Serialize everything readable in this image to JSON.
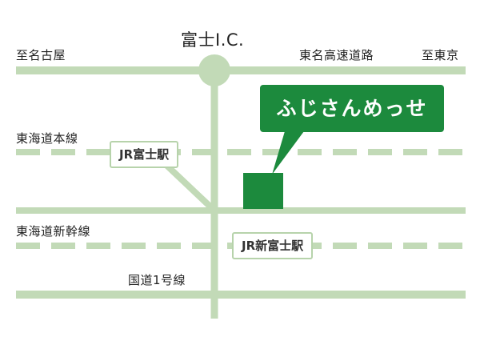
{
  "colors": {
    "road": "#c2dab7",
    "station_border": "#b7d3ab",
    "venue": "#1c8a3d",
    "callout_bg": "#1c8a3d",
    "callout_text": "#ffffff",
    "label_text": "#222222"
  },
  "labels": {
    "interchange": "富士I.C.",
    "to_nagoya": "至名古屋",
    "tomei_expressway": "東名高速道路",
    "to_tokyo": "至東京",
    "tokaido_line": "東海道本線",
    "tokaido_shinkansen": "東海道新幹線",
    "route_1": "国道1号線"
  },
  "stations": {
    "fuji": "JR富士駅",
    "shin_fuji": "JR新富士駅"
  },
  "venue": {
    "name": "ふじさんめっせ"
  }
}
